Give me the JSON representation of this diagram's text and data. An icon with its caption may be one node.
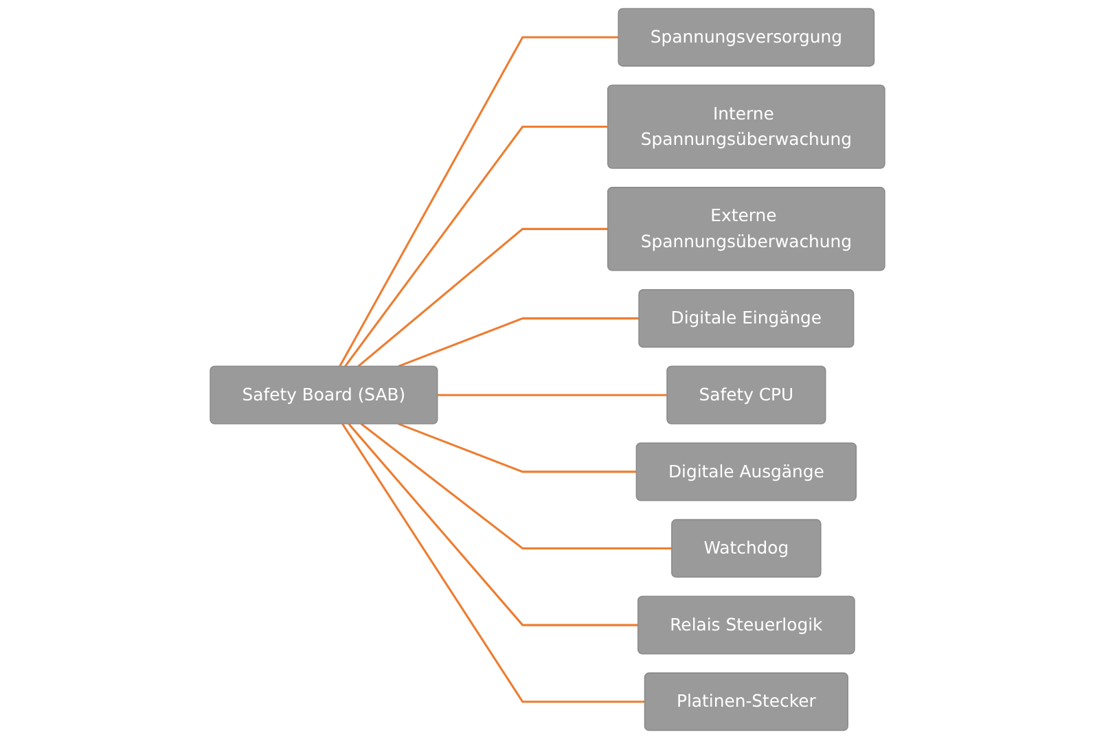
{
  "diagram": {
    "nodes": [
      {
        "text": [
          "Safety Board (SAB)"
        ]
      },
      {
        "text": [
          "Spannungsversorgung"
        ]
      },
      {
        "text": [
          "Interne Spannungsüberwachung"
        ]
      },
      {
        "text": [
          "Externe Spannungsüberwachung"
        ]
      },
      {
        "text": [
          "Digitale Eingänge"
        ]
      },
      {
        "text": [
          "Safety CPU"
        ]
      },
      {
        "text": [
          "Digitale Ausgänge"
        ]
      },
      {
        "text": [
          "Watchdog"
        ]
      },
      {
        "text": [
          "Relais Steuerlogik"
        ]
      },
      {
        "text": [
          "Platinen-Stecker"
        ]
      }
    ],
    "edges": [
      {
        "from": 0,
        "to": 1,
        "arrow": "none"
      },
      {
        "from": 0,
        "to": 2,
        "arrow": "none"
      },
      {
        "from": 0,
        "to": 3,
        "arrow": "none"
      },
      {
        "from": 0,
        "to": 4,
        "arrow": "none"
      },
      {
        "from": 0,
        "to": 5,
        "arrow": "none"
      },
      {
        "from": 0,
        "to": 6,
        "arrow": "none"
      },
      {
        "from": 0,
        "to": 7,
        "arrow": "none"
      },
      {
        "from": 0,
        "to": 8,
        "arrow": "none"
      },
      {
        "from": 0,
        "to": 9,
        "arrow": "none"
      }
    ]
  }
}
